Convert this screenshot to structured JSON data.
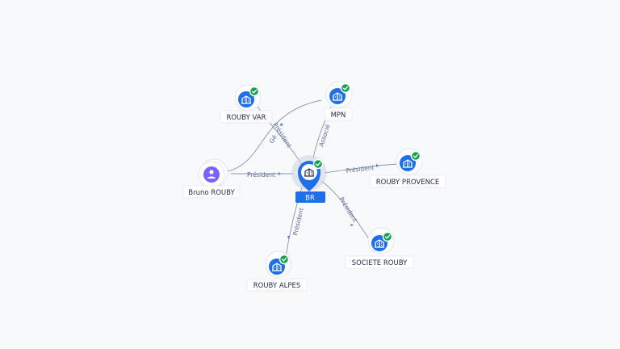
{
  "center": {
    "badge": "BR",
    "icon": "building-icon",
    "status": "verified"
  },
  "nodes": {
    "rouby_var": {
      "label": "ROUBY VAR",
      "kind": "company",
      "icon": "building-icon",
      "status": "verified"
    },
    "mpn": {
      "label": "MPN",
      "kind": "company",
      "icon": "building-icon",
      "status": "verified"
    },
    "bruno_rouby": {
      "label": "Bruno ROUBY",
      "kind": "person",
      "icon": "person-icon"
    },
    "rouby_provence": {
      "label": "ROUBY PROVENCE",
      "kind": "company",
      "icon": "building-icon",
      "status": "verified"
    },
    "societe_rouby": {
      "label": "SOCIETE ROUBY",
      "kind": "company",
      "icon": "building-icon",
      "status": "verified"
    },
    "rouby_alpes": {
      "label": "ROUBY ALPES",
      "kind": "company",
      "icon": "building-icon",
      "status": "verified"
    }
  },
  "edges": {
    "bruno_center": "Président",
    "bruno_rouby_var": "Gé",
    "center_rouby_var": "Président",
    "center_mpn": "Associé",
    "center_rouby_provence": "Président",
    "center_societe_rouby": "Président",
    "center_rouby_alpes": "Président"
  },
  "colors": {
    "company": "#1f6feb",
    "person": "#7b61ff",
    "verified": "#12a150",
    "edge": "#8a94a6",
    "edge_label": "#5b6b99",
    "background": "#f7f9fb"
  }
}
